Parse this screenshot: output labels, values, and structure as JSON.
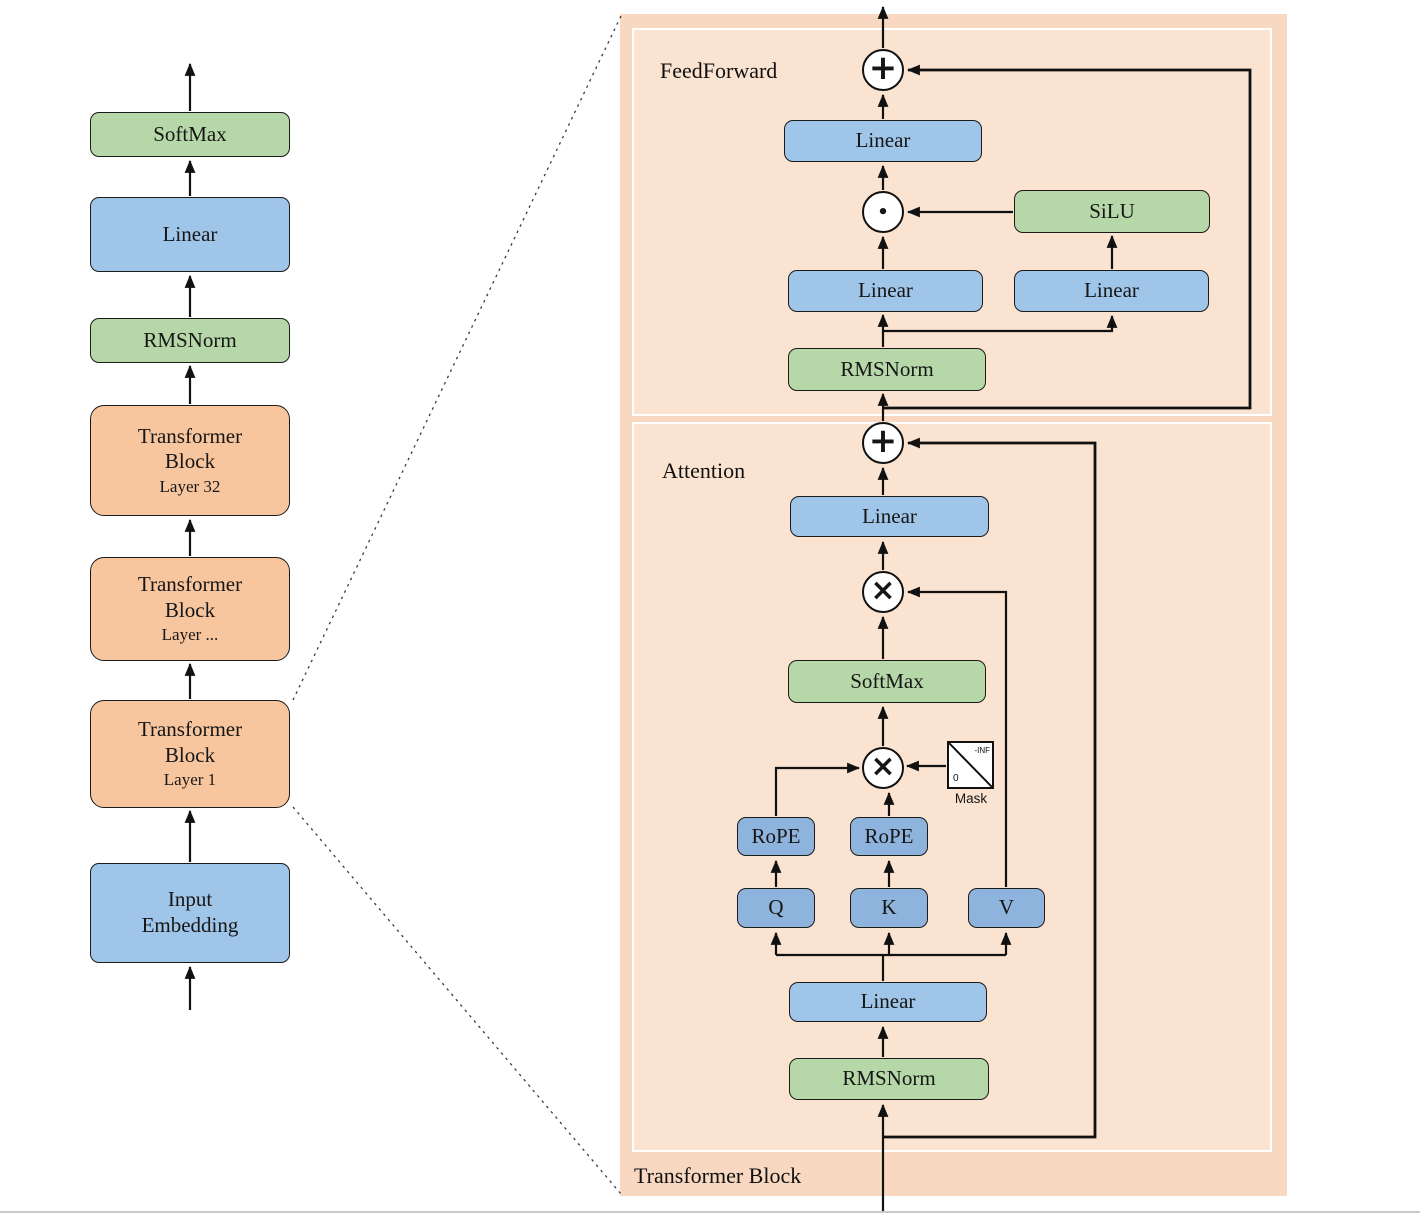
{
  "colors": {
    "green": "#b6d7a8",
    "blue": "#9fc5e8",
    "blue_dark": "#8eb4dd",
    "orange": "#f8c69e",
    "panel_bg": "#f8d8c0",
    "panel_inner_bg": "#fae3d1",
    "line": "#111111"
  },
  "icons": {
    "add_icon": "+",
    "matmul_icon": "×",
    "elementwise_icon": "•"
  },
  "left_stack": {
    "softmax": "SoftMax",
    "linear": "Linear",
    "rmsnorm": "RMSNorm",
    "block_layer32": {
      "l1": "Transformer",
      "l2": "Block",
      "l3": "Layer 32"
    },
    "block_layer_mid": {
      "l1": "Transformer",
      "l2": "Block",
      "l3": "Layer ..."
    },
    "block_layer1": {
      "l1": "Transformer",
      "l2": "Block",
      "l3": "Layer 1"
    },
    "input_embedding": {
      "l1": "Input",
      "l2": "Embedding"
    }
  },
  "detail_panel": {
    "caption": "Transformer Block",
    "feedforward": {
      "section_label": "FeedForward",
      "linear_out": "Linear",
      "silu": "SiLU",
      "linear_gate": "Linear",
      "linear_up": "Linear",
      "rmsnorm": "RMSNorm"
    },
    "attention": {
      "section_label": "Attention",
      "linear_out": "Linear",
      "softmax": "SoftMax",
      "mask": {
        "caption": "Mask",
        "neg_inf": "-INF",
        "zero": "0"
      },
      "rope_q": "RoPE",
      "rope_k": "RoPE",
      "q": "Q",
      "k": "K",
      "v": "V",
      "linear_qkv": "Linear",
      "rmsnorm": "RMSNorm"
    }
  }
}
